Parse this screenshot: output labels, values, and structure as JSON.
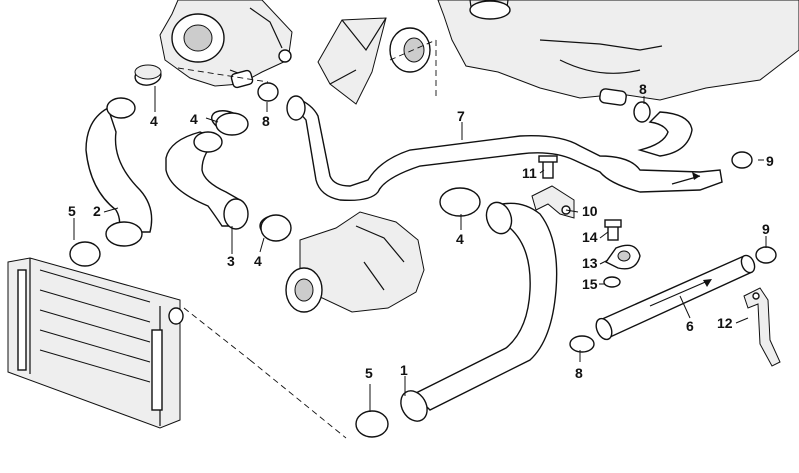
{
  "callouts": [
    {
      "id": "c1",
      "text": "1"
    },
    {
      "id": "c2",
      "text": "2"
    },
    {
      "id": "c3",
      "text": "3"
    },
    {
      "id": "c4a",
      "text": "4"
    },
    {
      "id": "c4b",
      "text": "4"
    },
    {
      "id": "c4c",
      "text": "4"
    },
    {
      "id": "c4d",
      "text": "4"
    },
    {
      "id": "c5a",
      "text": "5"
    },
    {
      "id": "c5b",
      "text": "5"
    },
    {
      "id": "c6",
      "text": "6"
    },
    {
      "id": "c7",
      "text": "7"
    },
    {
      "id": "c8a",
      "text": "8"
    },
    {
      "id": "c8b",
      "text": "8"
    },
    {
      "id": "c8c",
      "text": "8"
    },
    {
      "id": "c9a",
      "text": "9"
    },
    {
      "id": "c9b",
      "text": "9"
    },
    {
      "id": "c10",
      "text": "10"
    },
    {
      "id": "c11",
      "text": "11"
    },
    {
      "id": "c12",
      "text": "12"
    },
    {
      "id": "c13",
      "text": "13"
    },
    {
      "id": "c14",
      "text": "14"
    },
    {
      "id": "c15",
      "text": "15"
    }
  ],
  "colors": {
    "ink": "#111111",
    "paper": "#ffffff",
    "shade": "#cccccc"
  }
}
